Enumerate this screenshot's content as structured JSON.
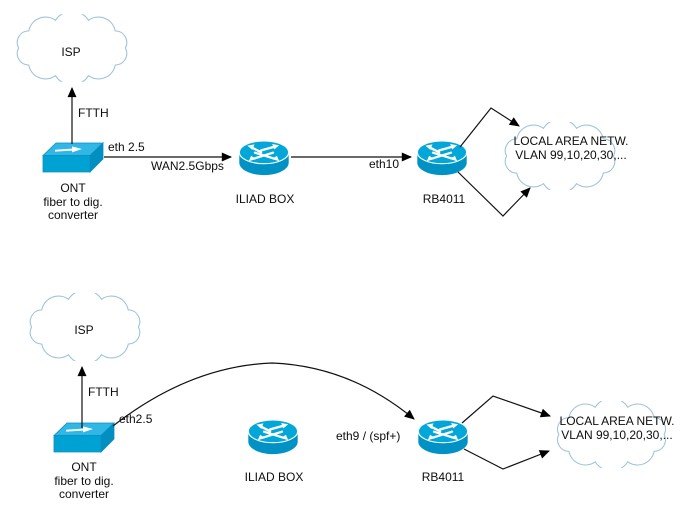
{
  "colors": {
    "device_cyan": "#00a7d8",
    "device_cyan_dark": "#0092c5",
    "device_top_face": "#31b7e6",
    "cloud_stroke": "#9cc3da",
    "connector": "#111111"
  },
  "icons": {
    "cloud": "cloud-icon",
    "ont": "media-converter-icon",
    "router": "router-icon",
    "arrowhead": "arrowhead-icon"
  },
  "top_diagram": {
    "isp_cloud_label": "ISP",
    "ftth_link_label": "FTTH",
    "ont_label_line1": "ONT",
    "ont_label_line2": "fiber to dig.",
    "ont_label_line3": "converter",
    "wan_link_label_top": "eth 2.5",
    "wan_link_label_bottom": "WAN2.5Gbps",
    "iliad_box_label": "ILIAD BOX",
    "rb_link_label": "eth10",
    "rb4011_label": "RB4011",
    "lan_cloud_label_line1": "LOCAL AREA NETW.",
    "lan_cloud_label_line2": "VLAN 99,10,20,30,..."
  },
  "bottom_diagram": {
    "isp_cloud_label": "ISP",
    "ftth_link_label": "FTTH",
    "ont_label_line1": "ONT",
    "ont_label_line2": "fiber to dig.",
    "ont_label_line3": "converter",
    "bypass_link_label": "eth2.5",
    "iliad_box_label": "ILIAD BOX",
    "rb_link_label": "eth9 / (spf+)",
    "rb4011_label": "RB4011",
    "lan_cloud_label_line1": "LOCAL AREA NETW.",
    "lan_cloud_label_line2": "VLAN 99,10,20,30,..."
  }
}
